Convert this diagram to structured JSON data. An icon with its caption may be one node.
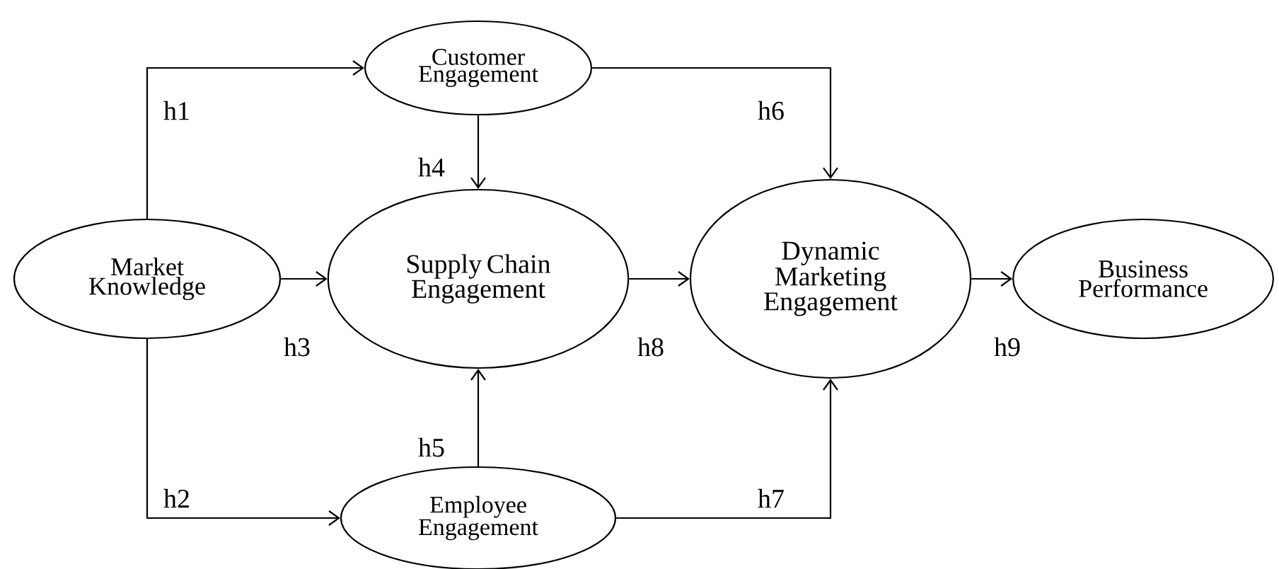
{
  "diagram": {
    "nodes": [
      {
        "text": [
          "Customer Engagement"
        ]
      },
      {
        "text": [
          "Market Knowledge"
        ]
      },
      {
        "text": [
          "Supply Chain Engagement"
        ]
      },
      {
        "text": [
          "Dynamic Marketing Engagement"
        ]
      },
      {
        "text": [
          "Business Performance"
        ]
      },
      {
        "text": [
          "Employee Engagement"
        ]
      }
    ],
    "edges": [
      {
        "from": 1,
        "to": 0,
        "arrow": "to",
        "label": "h1"
      },
      {
        "from": 1,
        "to": 5,
        "arrow": "to",
        "label": "h2"
      },
      {
        "from": 1,
        "to": 2,
        "arrow": "to",
        "label": "h3"
      },
      {
        "from": 0,
        "to": 2,
        "arrow": "to",
        "label": "h4"
      },
      {
        "from": 5,
        "to": 2,
        "arrow": "to",
        "label": "h5"
      },
      {
        "from": 0,
        "to": 3,
        "arrow": "to",
        "label": "h6"
      },
      {
        "from": 5,
        "to": 3,
        "arrow": "to",
        "label": "h7"
      },
      {
        "from": 2,
        "to": 3,
        "arrow": "to",
        "label": "h8"
      },
      {
        "from": 3,
        "to": 4,
        "arrow": "to",
        "label": "h9"
      }
    ]
  }
}
